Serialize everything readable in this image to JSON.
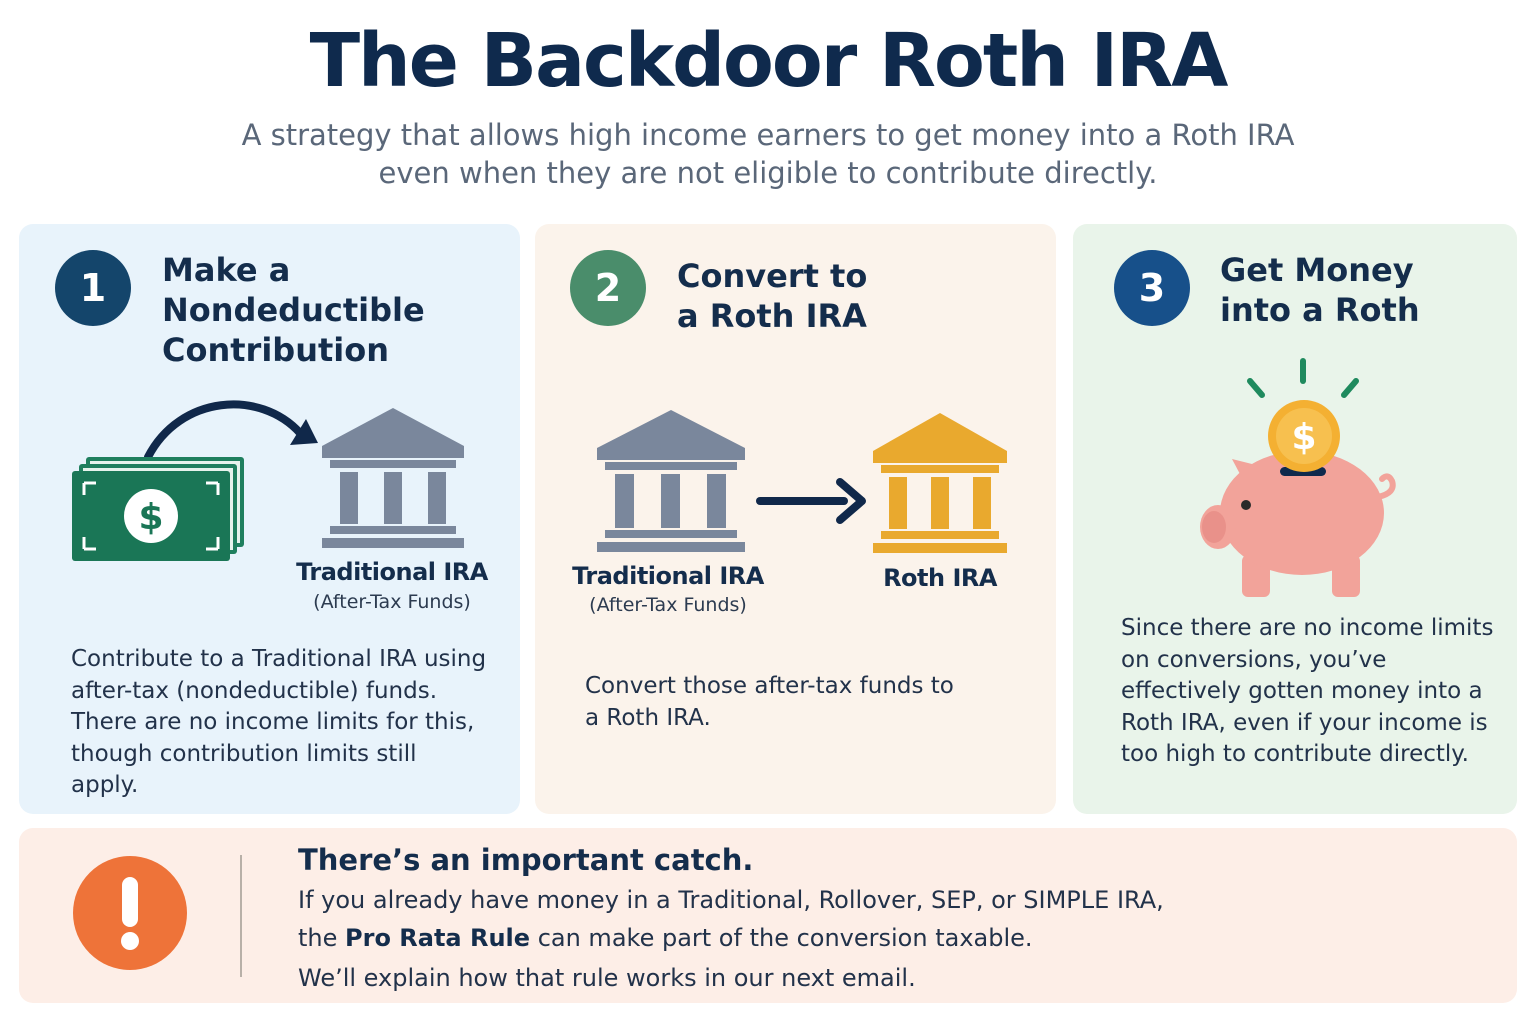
{
  "header": {
    "title": "The Backdoor Roth IRA",
    "subtitle_line1": "A strategy that allows high income earners to get money into a Roth IRA",
    "subtitle_line2": "even when they are not eligible to contribute directly."
  },
  "steps": [
    {
      "number": "1",
      "title": "Make a\nNondeductible\nContribution",
      "label": "Traditional IRA",
      "sublabel": "(After-Tax Funds)",
      "icons": [
        "dollar-bills-icon",
        "curved-arrow-icon",
        "bank-building-icon"
      ],
      "body": "Contribute to a Traditional IRA using after-tax (nondeductible) funds. There are no income limits for this, though contribution limits still apply.",
      "color": "#14456b"
    },
    {
      "number": "2",
      "title": "Convert to\na Roth IRA",
      "from_label": "Traditional IRA",
      "from_sublabel": "(After-Tax Funds)",
      "to_label": "Roth IRA",
      "icons": [
        "bank-building-icon",
        "right-arrow-icon",
        "gold-bank-building-icon"
      ],
      "body": "Convert those after-tax funds to a Roth IRA.",
      "color": "#4a8d6b"
    },
    {
      "number": "3",
      "title": "Get Money\ninto a Roth",
      "icons": [
        "piggy-bank-icon",
        "coin-icon"
      ],
      "body": "Since there are no income limits on conversions, you’ve effectively gotten money into a Roth IRA, even if your income is too high to contribute directly.",
      "color": "#17508a"
    }
  ],
  "catch": {
    "icon": "exclamation-icon",
    "title": "There’s an important catch.",
    "line1": "If you already have money in a Traditional, Rollover, SEP, or SIMPLE IRA,",
    "line2_prefix": "the ",
    "line2_bold": "Pro Rata Rule",
    "line2_suffix": " can make part of the conversion taxable.",
    "line3": "We’ll explain how that rule works in our next email."
  },
  "colors": {
    "navy": "#0f2a4d",
    "gray_bank": "#7a879c",
    "gold_bank": "#e9a92e",
    "money_green": "#1f7f5e",
    "piggy_pink": "#f2a39a",
    "coin_gold": "#f4b032",
    "alert_orange": "#ee7339"
  }
}
